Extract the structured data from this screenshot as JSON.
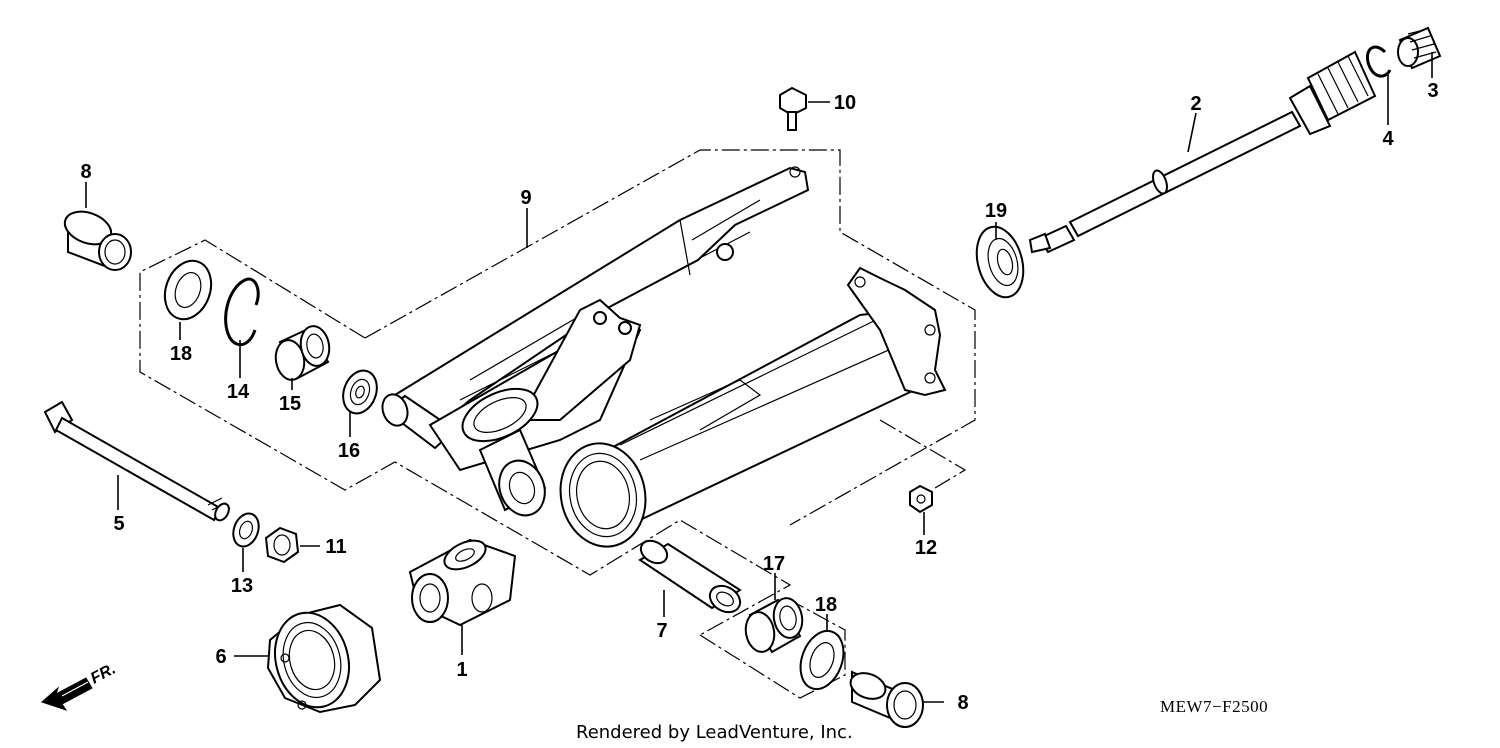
{
  "diagram": {
    "diagram_code": "MEW7−F2500",
    "credit": "Rendered by LeadVenture, Inc.",
    "direction_label": "FR.",
    "callouts": [
      {
        "id": "c1",
        "label": "1"
      },
      {
        "id": "c2",
        "label": "2"
      },
      {
        "id": "c3",
        "label": "3"
      },
      {
        "id": "c4",
        "label": "4"
      },
      {
        "id": "c5",
        "label": "5"
      },
      {
        "id": "c6",
        "label": "6"
      },
      {
        "id": "c7",
        "label": "7"
      },
      {
        "id": "c8a",
        "label": "8"
      },
      {
        "id": "c8b",
        "label": "8"
      },
      {
        "id": "c9",
        "label": "9"
      },
      {
        "id": "c10",
        "label": "10"
      },
      {
        "id": "c11",
        "label": "11"
      },
      {
        "id": "c12",
        "label": "12"
      },
      {
        "id": "c13",
        "label": "13"
      },
      {
        "id": "c14",
        "label": "14"
      },
      {
        "id": "c15",
        "label": "15"
      },
      {
        "id": "c16",
        "label": "16"
      },
      {
        "id": "c17",
        "label": "17"
      },
      {
        "id": "c18a",
        "label": "18"
      },
      {
        "id": "c18b",
        "label": "18"
      },
      {
        "id": "c19",
        "label": "19"
      }
    ]
  }
}
